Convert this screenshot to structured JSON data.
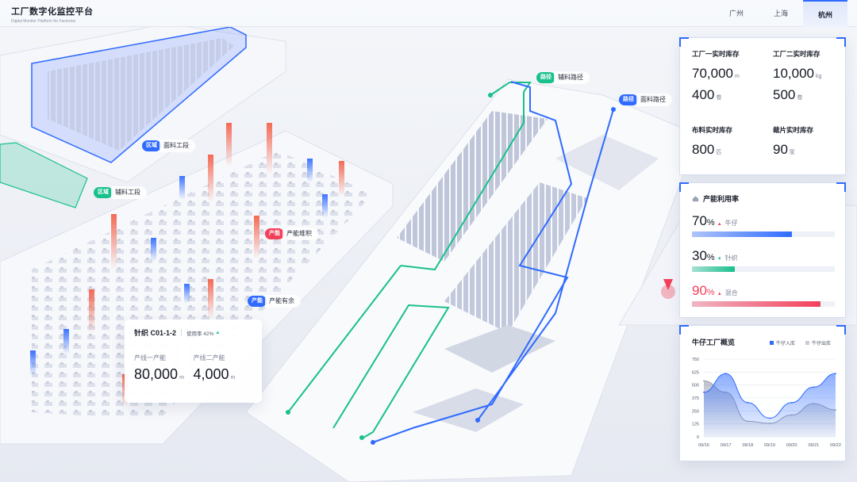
{
  "header": {
    "title": "工厂数字化监控平台",
    "subtitle": "Digital Monitor Platform for Factories",
    "tabs": [
      {
        "label": "广州",
        "active": false
      },
      {
        "label": "上海",
        "active": false
      },
      {
        "label": "杭州",
        "active": true
      }
    ]
  },
  "map_tags": {
    "zone_fabric": {
      "chip": "区域",
      "text": "面料工段"
    },
    "zone_aux": {
      "chip": "区域",
      "text": "辅料工段"
    },
    "capacity_backlog": {
      "chip": "产能",
      "text": "产能堆积"
    },
    "capacity_surplus": {
      "chip": "产能",
      "text": "产能有余"
    },
    "route_aux": {
      "chip": "路径",
      "text": "辅料路径"
    },
    "route_fabric": {
      "chip": "路径",
      "text": "面料路径"
    }
  },
  "info_card": {
    "title": "针织 C01-1-2",
    "usage_label": "使用率 42%",
    "line1_label": "产线一产能",
    "line1_value": "80,000",
    "line1_unit": "m",
    "line2_label": "产线二产能",
    "line2_value": "4,000",
    "line2_unit": "m"
  },
  "inventory": {
    "factory1_label": "工厂一实时库存",
    "factory1_value": "70,000",
    "factory1_unit": "m",
    "factory1_value2": "400",
    "factory1_unit2": "卷",
    "factory2_label": "工厂二实时库存",
    "factory2_value": "10,000",
    "factory2_unit": "kg",
    "factory2_value2": "500",
    "factory2_unit2": "卷",
    "cloth_label": "布料实时库存",
    "cloth_value": "800",
    "cloth_unit": "匹",
    "cut_label": "裁片实时库存",
    "cut_value": "90",
    "cut_unit": "筐"
  },
  "capacity": {
    "title": "产能利用率",
    "items": [
      {
        "value": "70",
        "pct": "%",
        "trend": "▲",
        "name": "牛仔",
        "fraction": 0.7,
        "color": "#2f6bff",
        "text_color": "#141823",
        "trend_color": "#f2405a"
      },
      {
        "value": "30",
        "pct": "%",
        "trend": "▼",
        "name": "针织",
        "fraction": 0.3,
        "color": "#19c08b",
        "text_color": "#141823",
        "trend_color": "#19c08b"
      },
      {
        "value": "90",
        "pct": "%",
        "trend": "▲",
        "name": "混合",
        "fraction": 0.9,
        "color": "#f2405a",
        "text_color": "#f2405a",
        "trend_color": "#f2405a"
      }
    ]
  },
  "overview": {
    "title": "牛仔工厂概览",
    "legend_in": "牛仔入库",
    "legend_out": "牛仔出库",
    "color_in": "#2f6bff",
    "color_out": "#c9ccd6"
  },
  "chart_data": {
    "type": "area",
    "x": [
      "09/16",
      "09/17",
      "09/18",
      "09/19",
      "09/20",
      "09/21",
      "09/22"
    ],
    "ylim": [
      0,
      750
    ],
    "yticks": [
      0,
      125,
      250,
      375,
      500,
      625,
      750
    ],
    "series": [
      {
        "name": "牛仔入库",
        "values": [
          430,
          610,
          330,
          180,
          330,
          480,
          610
        ]
      },
      {
        "name": "牛仔出库",
        "values": [
          540,
          430,
          150,
          130,
          210,
          320,
          260
        ]
      }
    ]
  }
}
